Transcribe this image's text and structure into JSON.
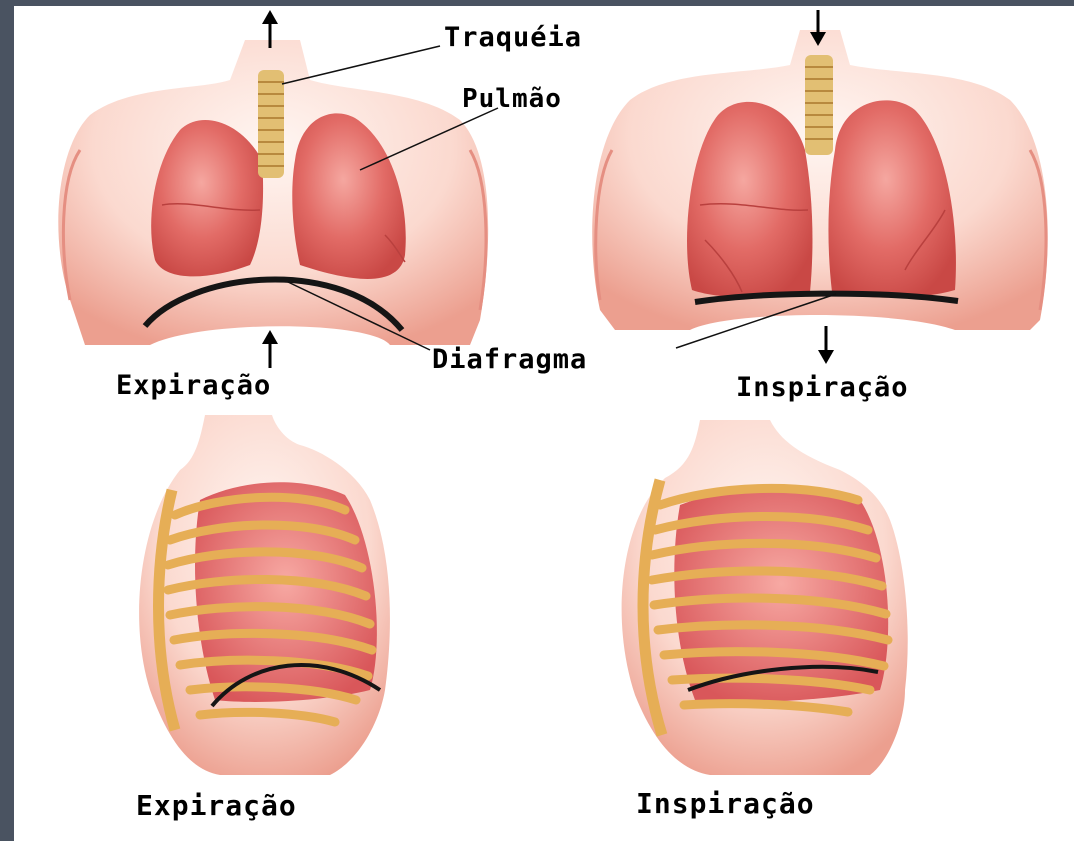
{
  "labels": {
    "trachea": "Traquéia",
    "lung": "Pulmão",
    "diaphragm": "Diafragma",
    "expiration_top": "Expiração",
    "inspiration_top": "Inspiração",
    "expiration_bottom": "Expiração",
    "inspiration_bottom": "Inspiração"
  },
  "colors": {
    "frame": "#4a5361",
    "skin": "#f6c9bb",
    "skin_dark": "#e79a8b",
    "lung": "#dd5a58",
    "lung_light": "#f29a92",
    "trachea": "#e2bf73",
    "rib": "#e6ae56",
    "diaphragm": "#151515"
  },
  "arrows": {
    "expiration": "up",
    "inspiration": "down"
  }
}
